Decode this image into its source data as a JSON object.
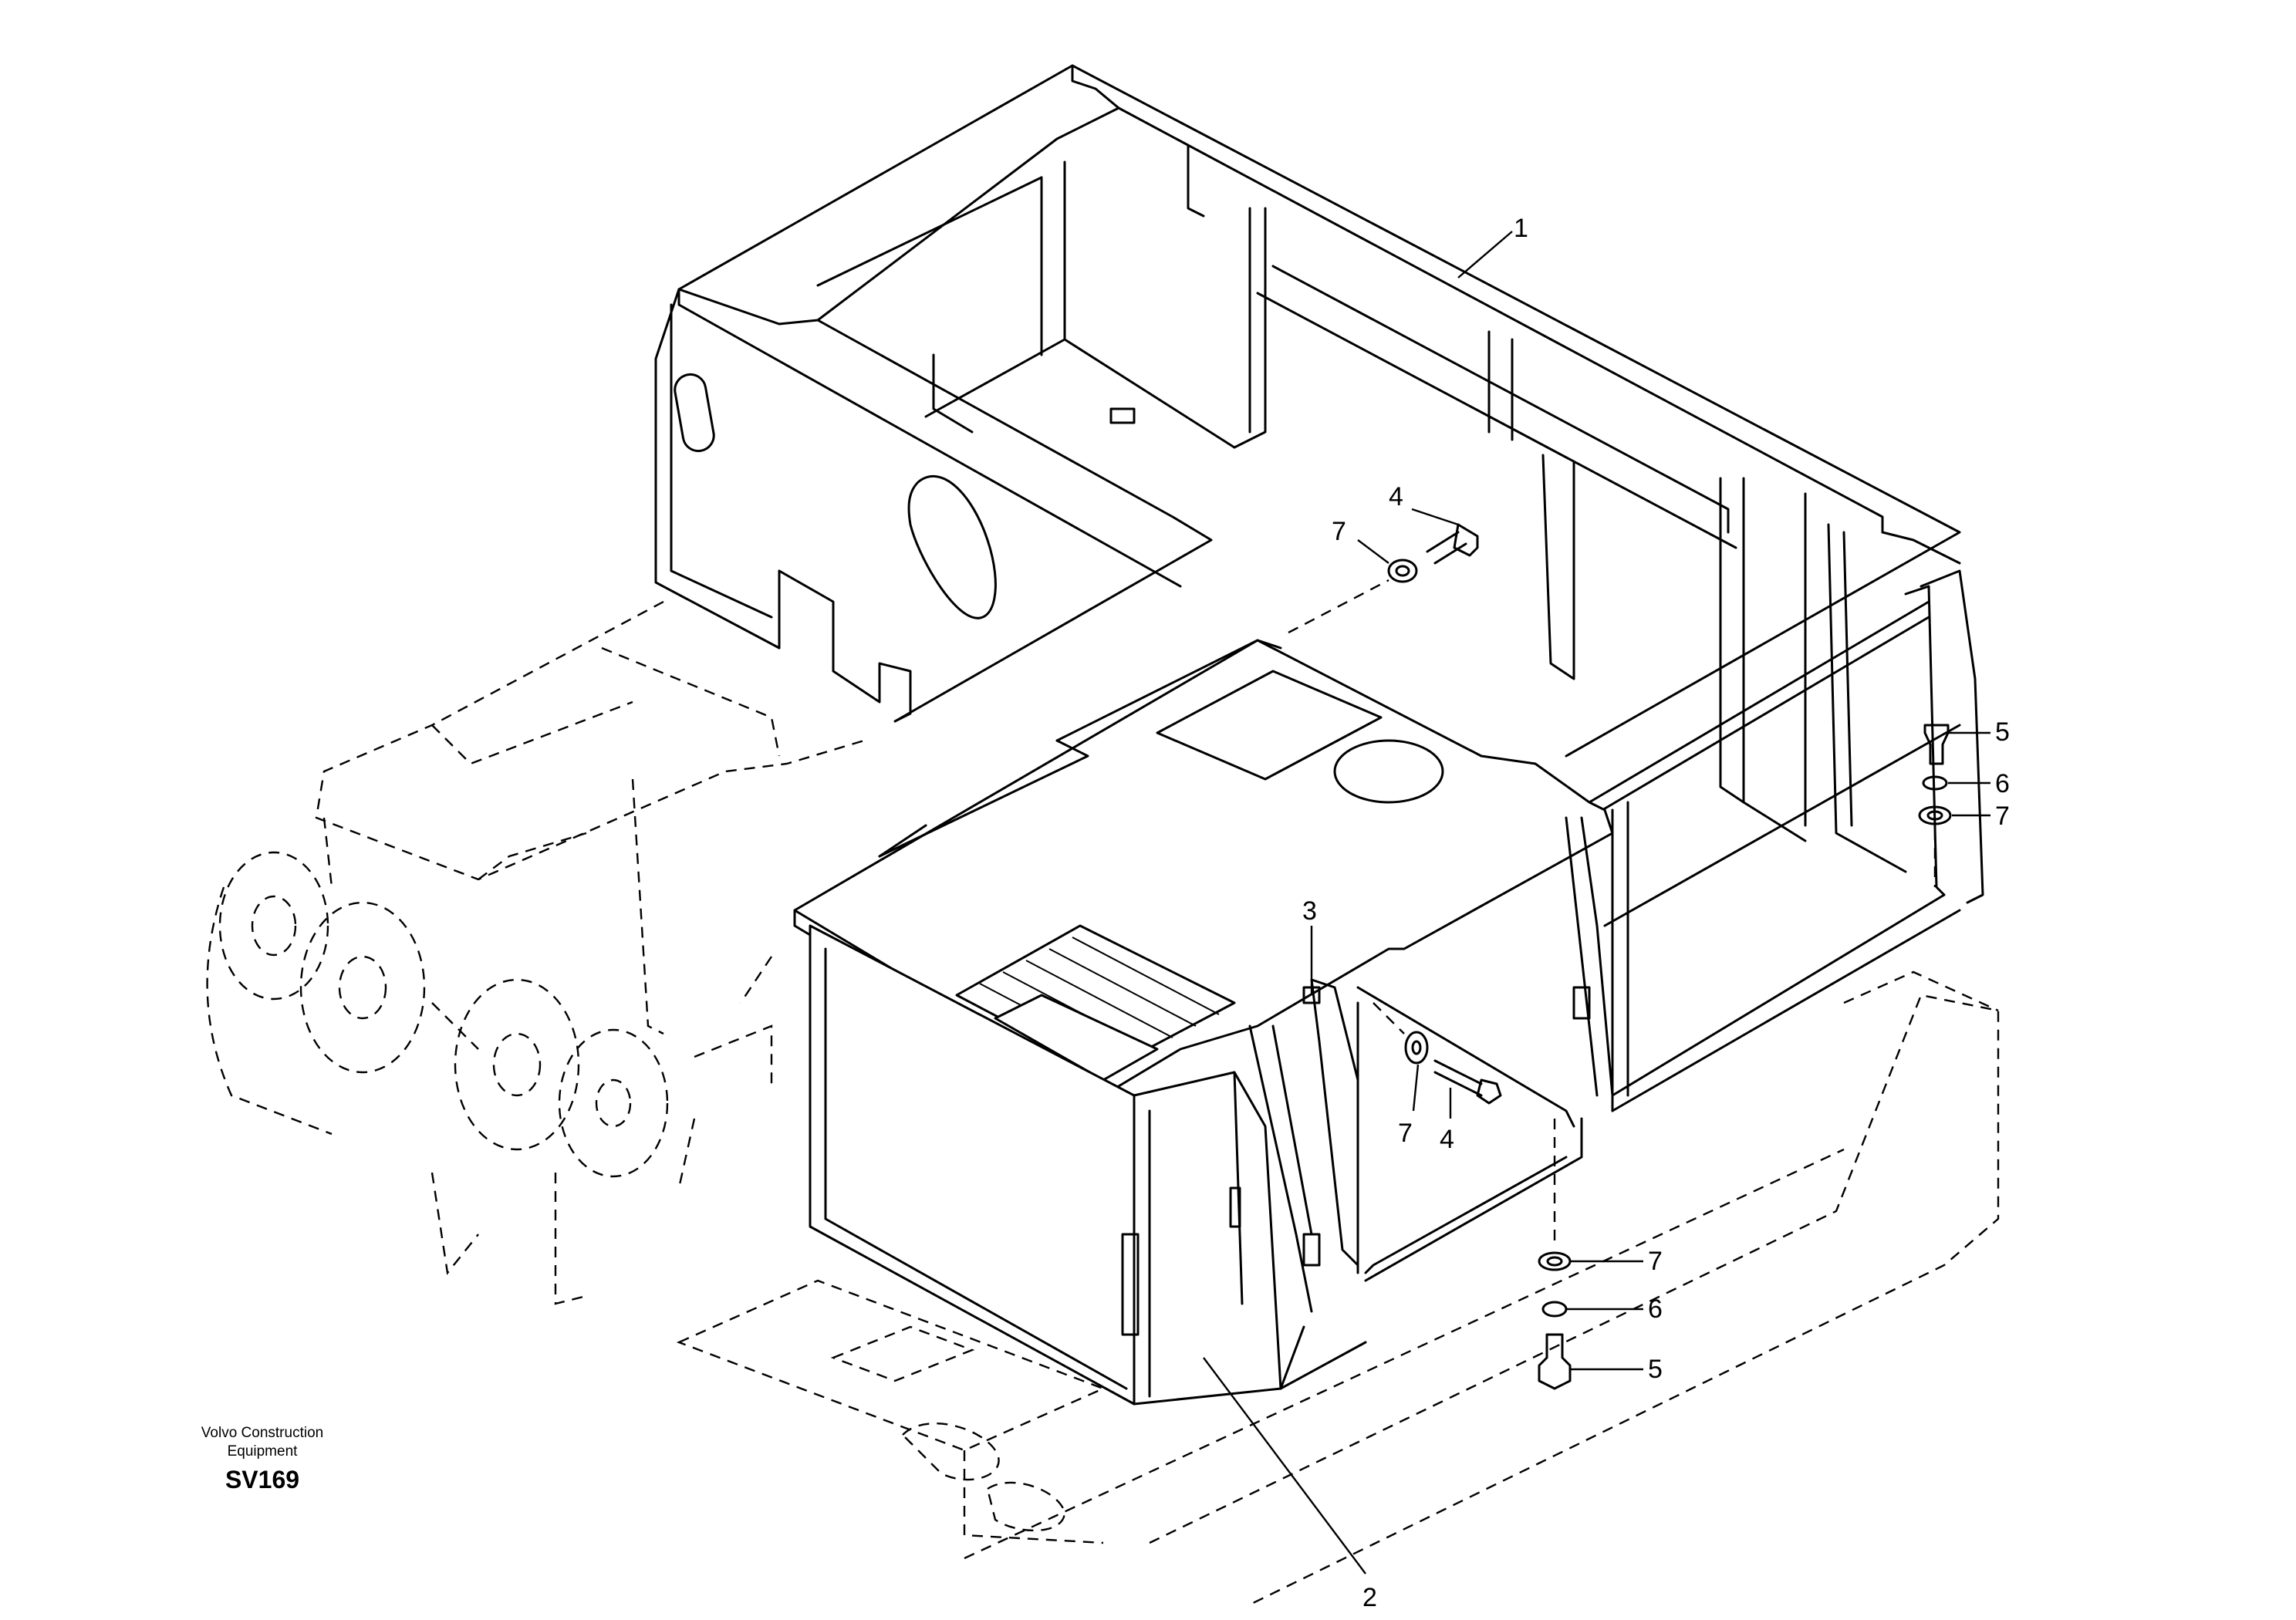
{
  "brand": {
    "line1": "Volvo Construction",
    "line2": "Equipment"
  },
  "drawing_code": "SV169",
  "callouts": [
    {
      "id": "c1",
      "label": "1"
    },
    {
      "id": "c2",
      "label": "2"
    },
    {
      "id": "c3",
      "label": "3"
    },
    {
      "id": "c4a",
      "label": "4"
    },
    {
      "id": "c4b",
      "label": "4"
    },
    {
      "id": "c5a",
      "label": "5"
    },
    {
      "id": "c5b",
      "label": "5"
    },
    {
      "id": "c6a",
      "label": "6"
    },
    {
      "id": "c6b",
      "label": "6"
    },
    {
      "id": "c7a",
      "label": "7"
    },
    {
      "id": "c7b",
      "label": "7"
    },
    {
      "id": "c7c",
      "label": "7"
    },
    {
      "id": "c7d",
      "label": "7"
    }
  ]
}
